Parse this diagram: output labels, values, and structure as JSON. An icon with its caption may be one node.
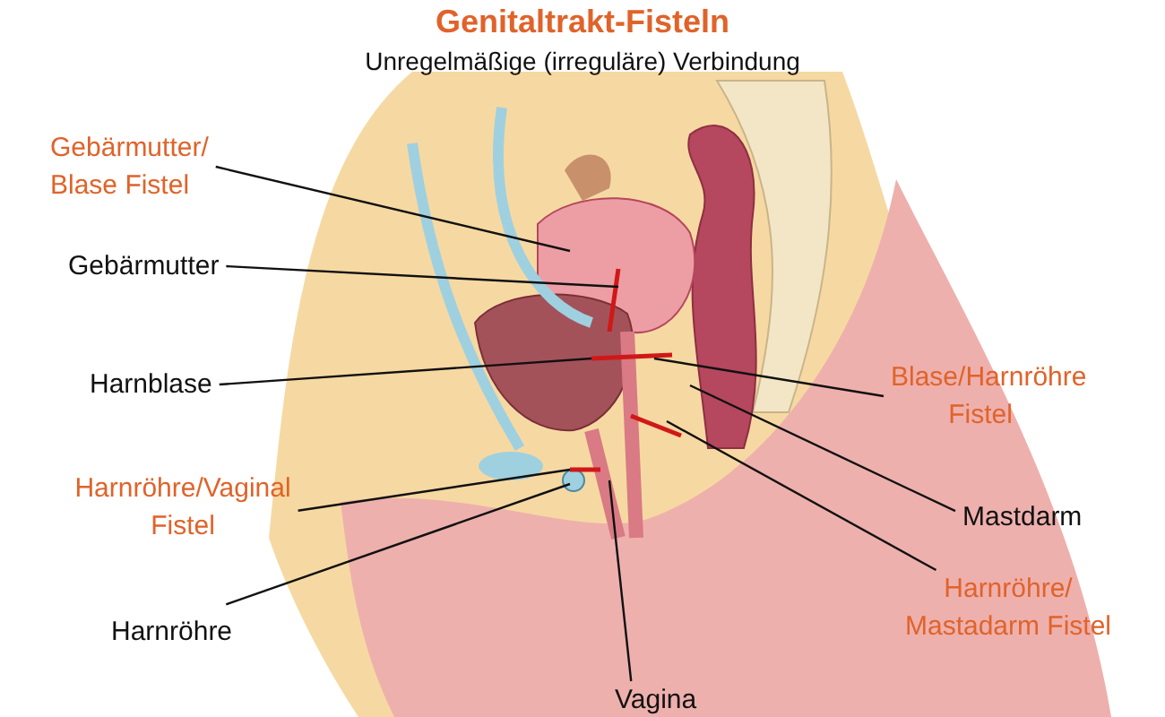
{
  "diagram": {
    "title": "Genitaltrakt-Fisteln",
    "caption": "Unregelmäßige (irreguläre) Verbindung",
    "nodes": [
      {
        "text": [
          "Gebärmutter/ Blase Fistel"
        ]
      },
      {
        "text": [
          "Gebärmutter"
        ]
      },
      {
        "text": [
          "Harnblase"
        ]
      },
      {
        "text": [
          "Blase/Harnröhre Fistel"
        ]
      },
      {
        "text": [
          "Harnröhre/Vaginal Fistel"
        ]
      },
      {
        "text": [
          "Harnröhre"
        ]
      },
      {
        "text": [
          "Mastdarm"
        ]
      },
      {
        "text": [
          "Harnröhre/ Mastadarm Fistel"
        ]
      },
      {
        "text": [
          "Vagina"
        ]
      }
    ],
    "edges": [
      {
        "from": 0,
        "to": null,
        "arrow": "none"
      },
      {
        "from": 1,
        "to": null,
        "arrow": "none"
      },
      {
        "from": 2,
        "to": null,
        "arrow": "none"
      },
      {
        "from": 3,
        "to": null,
        "arrow": "none"
      },
      {
        "from": 4,
        "to": null,
        "arrow": "none"
      },
      {
        "from": 5,
        "to": null,
        "arrow": "none"
      },
      {
        "from": 6,
        "to": null,
        "arrow": "none"
      },
      {
        "from": 7,
        "to": null,
        "arrow": "none"
      },
      {
        "from": 8,
        "to": null,
        "arrow": "none"
      }
    ]
  }
}
